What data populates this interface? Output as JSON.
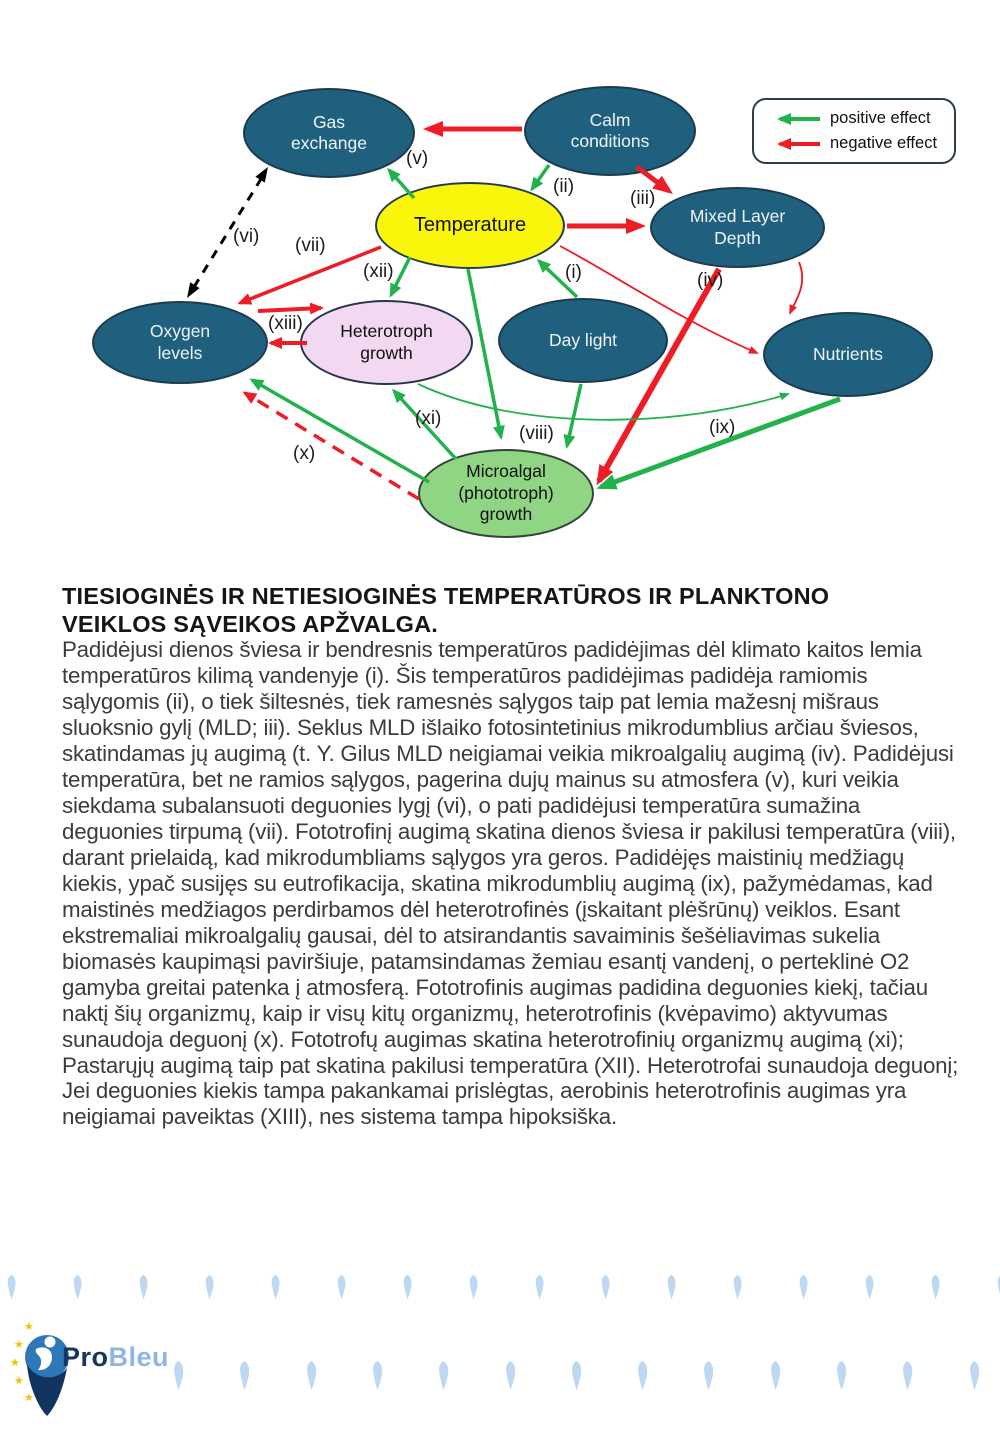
{
  "diagram": {
    "nodes": {
      "gas_exchange": {
        "label": "Gas\nexchange"
      },
      "calm_conditions": {
        "label": "Calm\nconditions"
      },
      "temperature": {
        "label": "Temperature"
      },
      "mixed_layer_depth": {
        "label": "Mixed Layer\nDepth"
      },
      "oxygen_levels": {
        "label": "Oxygen\nlevels"
      },
      "heterotroph_growth": {
        "label": "Heterotroph\ngrowth"
      },
      "day_light": {
        "label": "Day light"
      },
      "nutrients": {
        "label": "Nutrients"
      },
      "microalgal_growth": {
        "label": "Microalgal\n(phototroph)\ngrowth"
      }
    },
    "edge_labels": {
      "i": "(i)",
      "ii": "(ii)",
      "iii": "(iii)",
      "iv": "(iv)",
      "v": "(v)",
      "vi": "(vi)",
      "vii": "(vii)",
      "viii": "(viii)",
      "ix": "(ix)",
      "x": "(x)",
      "xi": "(xi)",
      "xii": "(xii)",
      "xiii": "(xiii)"
    },
    "legend": {
      "positive": "positive effect",
      "negative": "negative effect"
    },
    "colors": {
      "node_dark": "#20607f",
      "node_yellow": "#f9f60c",
      "node_pink": "#f2d8f0",
      "node_green": "#8fd584",
      "arrow_positive": "#21b24b",
      "arrow_negative": "#ee1c25",
      "arrow_balance": "#000000"
    }
  },
  "article": {
    "heading": "TIESIOGINĖS IR NETIESIOGINĖS TEMPERATŪROS IR PLANKTONO\nVEIKLOS SĄVEIKOS APŽVALGA.",
    "body": "Padidėjusi dienos šviesa ir bendresnis temperatūros padidėjimas dėl klimato kaitos lemia temperatūros kilimą vandenyje (i). Šis temperatūros padidėjimas padidėja ramiomis sąlygomis (ii), o tiek šiltesnės, tiek ramesnės sąlygos taip pat lemia mažesnį mišraus sluoksnio gylį (MLD; iii). Seklus MLD išlaiko fotosintetinius mikrodumblius arčiau šviesos, skatindamas jų augimą (t. Y. Gilus MLD neigiamai veikia mikroalgalių augimą (iv). Padidėjusi temperatūra, bet ne ramios sąlygos, pagerina dujų mainus su atmosfera (v), kuri veikia siekdama subalansuoti deguonies lygį (vi), o pati padidėjusi temperatūra sumažina deguonies tirpumą (vii). Fototrofinį augimą skatina dienos šviesa ir pakilusi temperatūra (viii), darant prielaidą, kad mikrodumbliams sąlygos yra geros. Padidėjęs maistinių medžiagų kiekis, ypač susijęs su eutrofikacija, skatina mikrodumblių augimą (ix), pažymėdamas, kad maistinės medžiagos perdirbamos dėl heterotrofinės (įskaitant plėšrūnų) veiklos. Esant ekstremaliai mikroalgalių gausai, dėl to atsirandantis savaiminis šešėliavimas sukelia biomasės kaupimąsi paviršiuje, patamsindamas žemiau esantį vandenį, o perteklinė O2 gamyba greitai patenka į atmosferą. Fototrofinis augimas padidina deguonies kiekį, tačiau naktį šių organizmų, kaip ir visų kitų organizmų, heterotrofinis (kvėpavimo) aktyvumas sunaudoja deguonį (x). Fototrofų augimas skatina heterotrofinių organizmų augimą (xi); Pastarųjų augimą taip pat skatina pakilusi temperatūra (XII). Heterotrofai sunaudoja deguonį; Jei deguonies kiekis tampa pakankamai prislėgtas, aerobinis heterotrofinis augimas yra neigiamai paveiktas (XIII), nes sistema tampa hipoksiška."
  },
  "footer": {
    "logo_pro": "Pro",
    "logo_bleu": "Bleu"
  }
}
